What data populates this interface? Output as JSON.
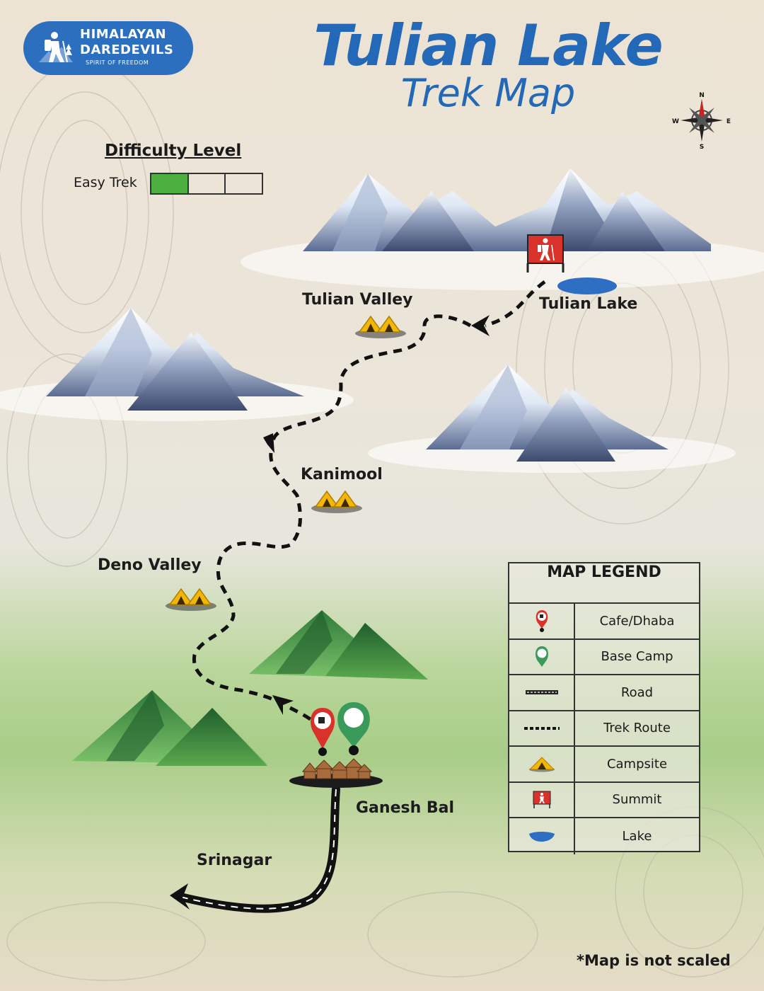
{
  "brand": {
    "line1": "HIMALAYAN",
    "line2": "DAREDEVILS",
    "tagline": "SPIRIT OF FREEDOM"
  },
  "title": "Tulian Lake",
  "subtitle": "Trek Map",
  "compass": {
    "n": "N",
    "s": "S",
    "e": "E",
    "w": "W"
  },
  "difficulty": {
    "heading": "Difficulty Level",
    "label": "Easy Trek",
    "level": 1,
    "max_level": 3,
    "fill_color": "#4caf40"
  },
  "places": {
    "tulian_lake": "Tulian Lake",
    "tulian_valley": "Tulian Valley",
    "kanimool": "Kanimool",
    "deno_valley": "Deno Valley",
    "ganesh_bal": "Ganesh Bal",
    "srinagar": "Srinagar"
  },
  "legend": {
    "title": "MAP LEGEND",
    "items": [
      {
        "icon": "cafe-pin-icon",
        "label": "Cafe/Dhaba"
      },
      {
        "icon": "base-camp-pin-icon",
        "label": "Base Camp"
      },
      {
        "icon": "road-icon",
        "label": "Road"
      },
      {
        "icon": "trek-route-icon",
        "label": "Trek Route"
      },
      {
        "icon": "campsite-icon",
        "label": "Campsite"
      },
      {
        "icon": "summit-flag-icon",
        "label": "Summit"
      },
      {
        "icon": "lake-icon",
        "label": "Lake"
      }
    ]
  },
  "colors": {
    "title_blue": "#2369b7",
    "cafe_pin": "#d9322b",
    "base_camp_pin": "#3a9a5a",
    "summit_red": "#d9322b",
    "lake_blue": "#2e6fc4",
    "tent_yellow": "#f2b705"
  },
  "note": "*Map is not scaled"
}
